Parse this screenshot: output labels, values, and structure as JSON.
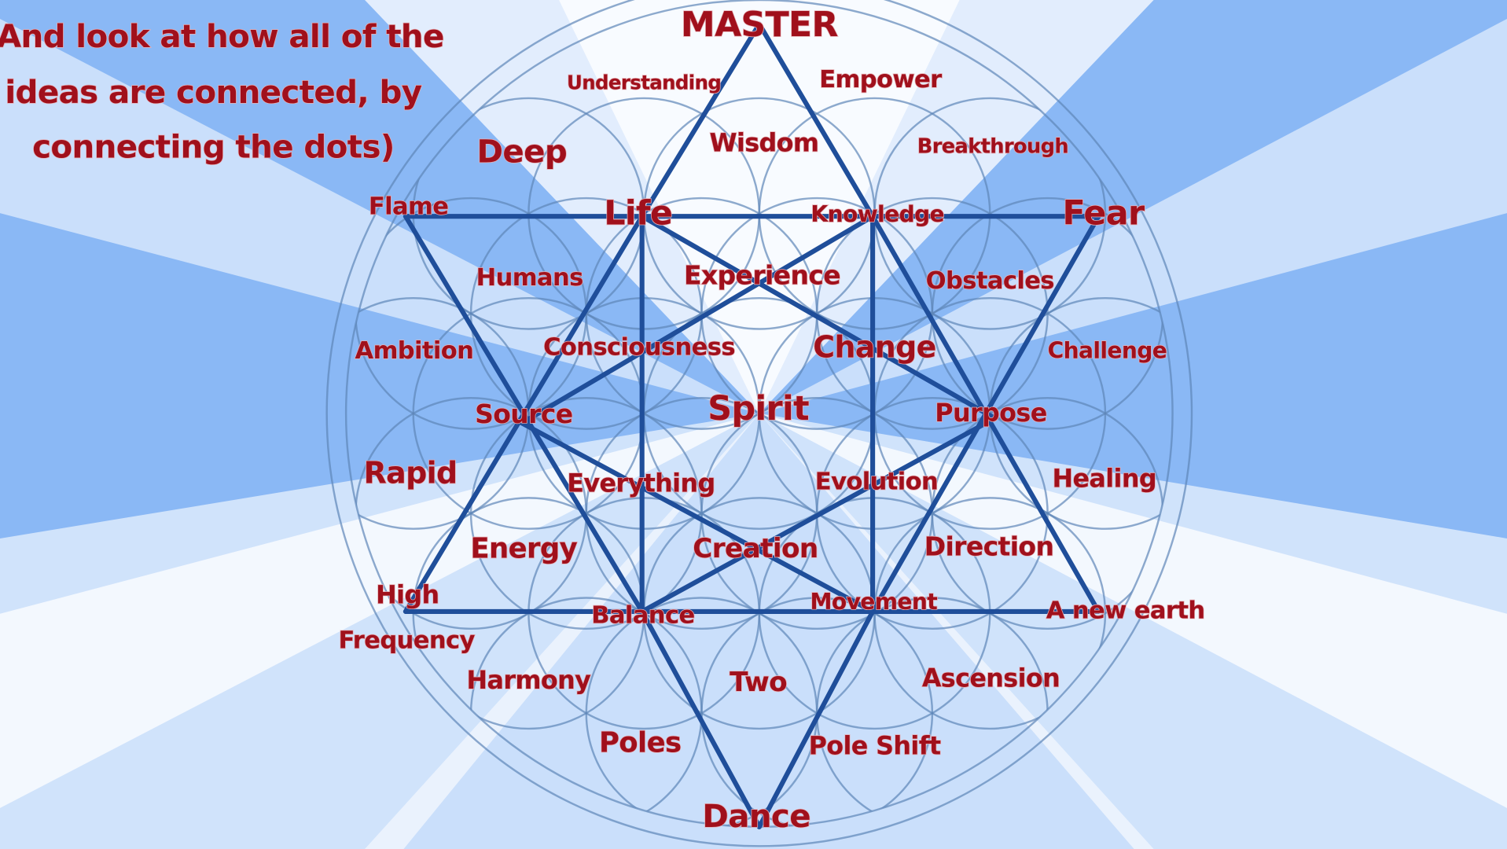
{
  "caption": {
    "lines": [
      "(And look at how all of the",
      "ideas are connected, by",
      "connecting the dots)"
    ]
  },
  "labels": [
    "MASTER",
    "Understanding",
    "Empower",
    "Wisdom",
    "Breakthrough",
    "Deep",
    "Flame",
    "Life",
    "Knowledge",
    "Fear",
    "Humans",
    "Experience",
    "Obstacles",
    "Ambition",
    "Consciousness",
    "Change",
    "Challenge",
    "Source",
    "Spirit",
    "Purpose",
    "Rapid",
    "Everything",
    "Evolution",
    "Healing",
    "Energy",
    "Creation",
    "Direction",
    "High",
    "Balance",
    "Movement",
    "A new earth",
    "Frequency",
    "Harmony",
    "Two",
    "Ascension",
    "Poles",
    "Pole Shift",
    "Dance"
  ],
  "colors": {
    "background": "#8ab8f5",
    "ray": "#ffffff",
    "text": "#a0101c",
    "lines": "#1f4e9a",
    "circles": "#5e86b8"
  }
}
